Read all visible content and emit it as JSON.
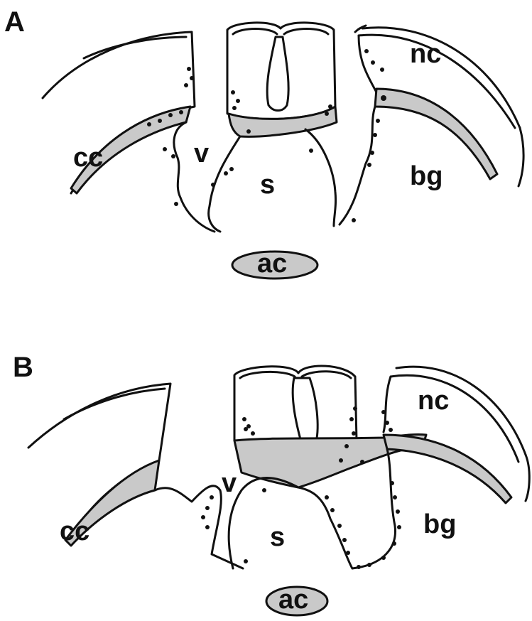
{
  "panels": [
    {
      "id": "A",
      "labels": {
        "panel": "A",
        "nc": "nc",
        "cc": "cc",
        "v": "v",
        "s": "s",
        "bg": "bg",
        "ac": "ac"
      }
    },
    {
      "id": "B",
      "labels": {
        "panel": "B",
        "nc": "nc",
        "cc": "cc",
        "v": "v",
        "s": "s",
        "bg": "bg",
        "ac": "ac"
      }
    }
  ],
  "colors": {
    "line": "#111111",
    "shading": "#c9c9c9",
    "background": "#ffffff"
  }
}
